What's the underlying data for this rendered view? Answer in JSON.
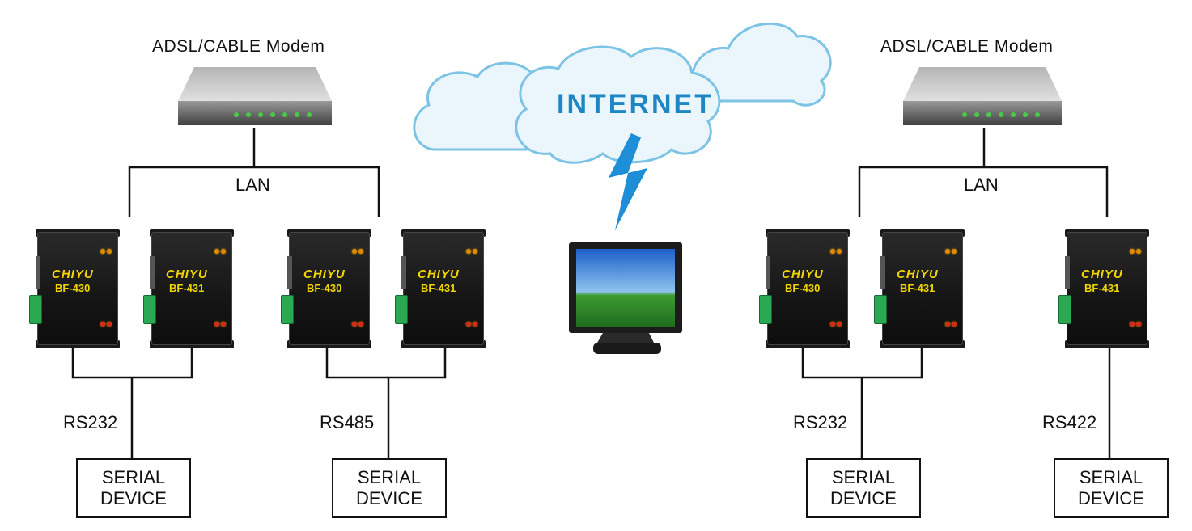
{
  "internet_label": "INTERNET",
  "left_site": {
    "modem_title": "ADSL/CABLE Modem",
    "lan_label": "LAN",
    "groups": [
      {
        "interface_label": "RS232",
        "device_line1": "SERIAL",
        "device_line2": "DEVICE"
      },
      {
        "interface_label": "RS485",
        "device_line1": "SERIAL",
        "device_line2": "DEVICE"
      }
    ]
  },
  "right_site": {
    "modem_title": "ADSL/CABLE Modem",
    "lan_label": "LAN",
    "groups": [
      {
        "interface_label": "RS232",
        "device_line1": "SERIAL",
        "device_line2": "DEVICE"
      },
      {
        "interface_label": "RS422",
        "device_line1": "SERIAL",
        "device_line2": "DEVICE"
      }
    ]
  },
  "converters": [
    {
      "brand": "CHIYU",
      "model": "BF-430"
    },
    {
      "brand": "CHIYU",
      "model": "BF-431"
    },
    {
      "brand": "CHIYU",
      "model": "BF-430"
    },
    {
      "brand": "CHIYU",
      "model": "BF-431"
    },
    {
      "brand": "CHIYU",
      "model": "BF-430"
    },
    {
      "brand": "CHIYU",
      "model": "BF-431"
    },
    {
      "brand": "CHIYU",
      "model": "BF-431"
    }
  ],
  "colors": {
    "cloud_fill": "#eaf6fc",
    "cloud_stroke": "#7cc3e6",
    "internet_text": "#1f86c4",
    "lightning": "#1e8fd6",
    "device_text": "#f0d400",
    "terminal": "#2aa852"
  }
}
